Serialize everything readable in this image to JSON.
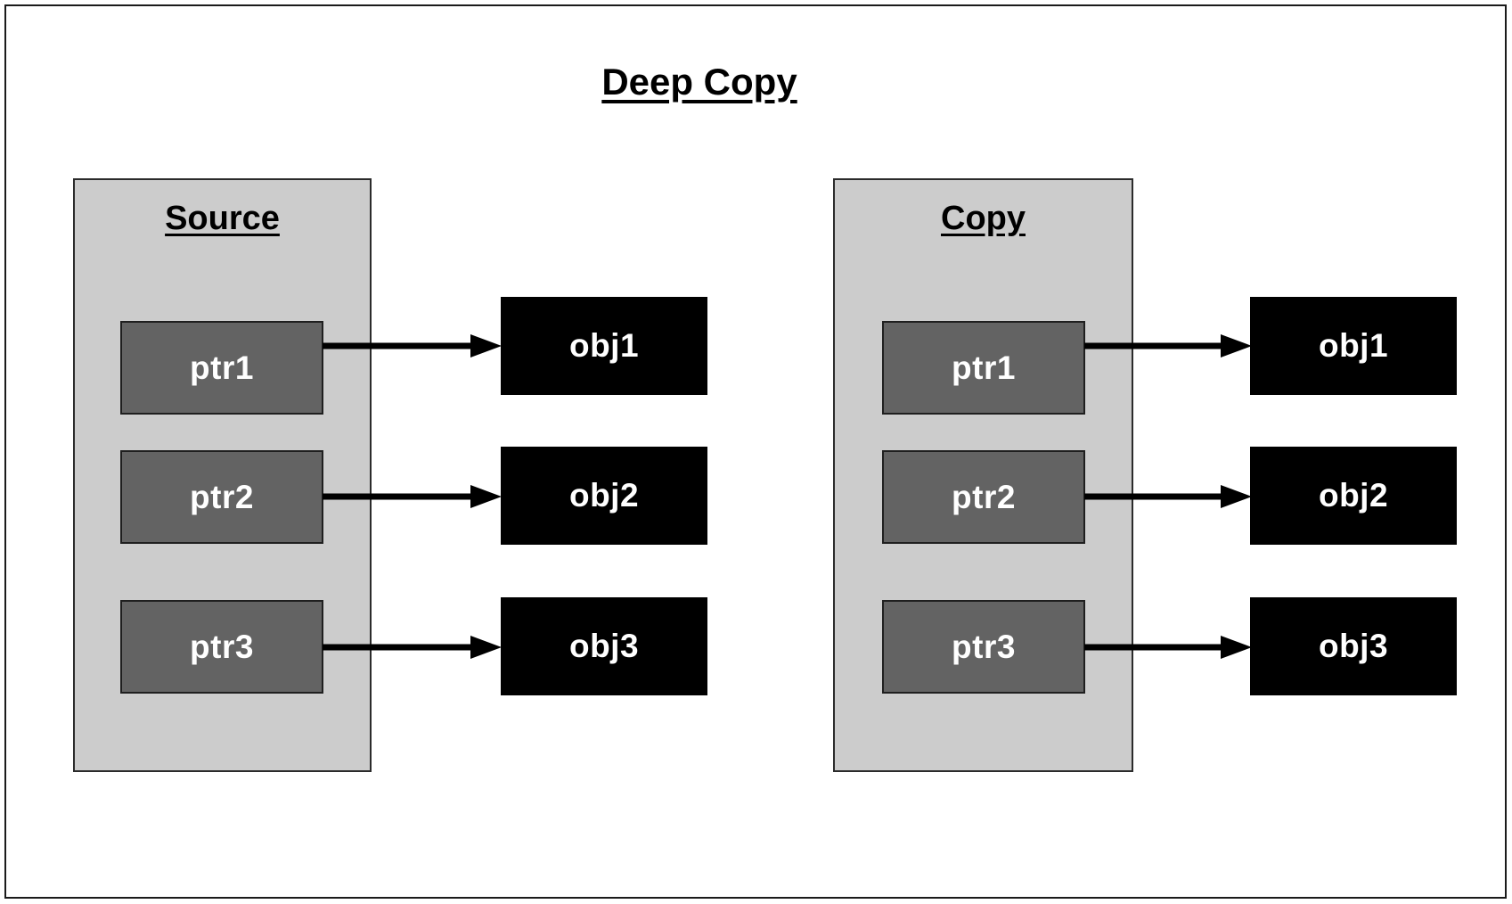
{
  "page": {
    "title": "Deep Copy",
    "background_color": "#ffffff",
    "border_color": "#1a1a1a"
  },
  "colors": {
    "panel_fill": "#cccccc",
    "panel_border": "#2b2b2b",
    "pointer_fill": "#636363",
    "pointer_border": "#1f1f1f",
    "pointer_text": "#ffffff",
    "object_fill": "#000000",
    "object_text": "#ffffff",
    "arrow": "#000000"
  },
  "panels": [
    {
      "id": "source",
      "title": "Source",
      "pointers": [
        {
          "label": "ptr1"
        },
        {
          "label": "ptr2"
        },
        {
          "label": "ptr3"
        }
      ],
      "objects": [
        {
          "label": "obj1"
        },
        {
          "label": "obj2"
        },
        {
          "label": "obj3"
        }
      ]
    },
    {
      "id": "copy",
      "title": "Copy",
      "pointers": [
        {
          "label": "ptr1"
        },
        {
          "label": "ptr2"
        },
        {
          "label": "ptr3"
        }
      ],
      "objects": [
        {
          "label": "obj1"
        },
        {
          "label": "obj2"
        },
        {
          "label": "obj3"
        }
      ]
    }
  ]
}
